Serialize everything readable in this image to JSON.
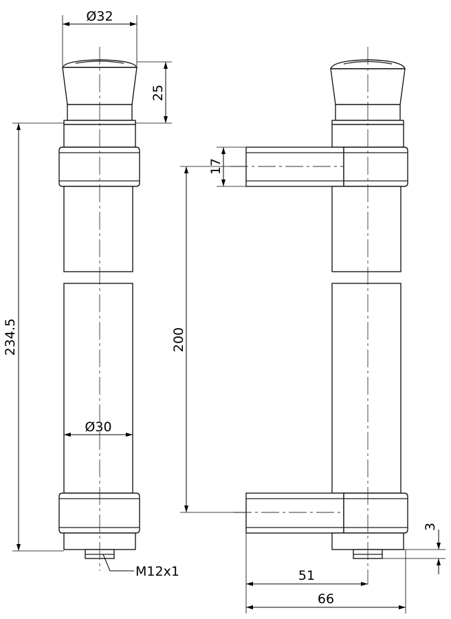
{
  "dimensions": {
    "cap_diameter": "Ø32",
    "cap_height": "25",
    "total_length": "234.5",
    "tube_diameter": "Ø30",
    "thread": "M12x1",
    "arm_thickness": "17",
    "arm_spacing": "200",
    "offset": "3",
    "arm_depth": "51",
    "overall_depth": "66"
  }
}
